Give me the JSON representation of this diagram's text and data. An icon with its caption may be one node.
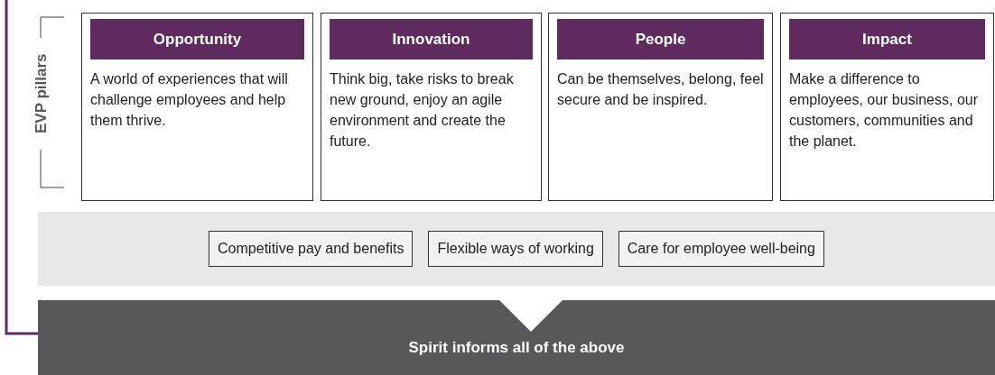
{
  "diagram": {
    "nodes": [
      {
        "text": [
          "Opportunity",
          "A world of experiences that will challenge employees and help them thrive."
        ]
      },
      {
        "text": [
          "Innovation",
          "Think big, take risks to break new ground, enjoy an agile environment and create the future."
        ]
      },
      {
        "text": [
          "People",
          "Can be themselves, belong, feel secure and be inspired."
        ]
      },
      {
        "text": [
          "Impact",
          "Make a difference to employees, our business, our customers, communities and the planet."
        ]
      },
      {
        "text": [],
        "shape": "band"
      },
      {
        "text": [
          "Competitive pay and benefits"
        ],
        "in": 4
      },
      {
        "text": [
          "Flexible ways of working"
        ],
        "in": 4
      },
      {
        "text": [
          "Care for employee well-being"
        ],
        "in": 4
      },
      {
        "text": [
          "Spirit informs all of the above"
        ]
      }
    ],
    "edges": [
      {
        "from": null,
        "to": 8,
        "arrow": "none"
      }
    ],
    "labels": [
      "EVP pillars"
    ]
  }
}
